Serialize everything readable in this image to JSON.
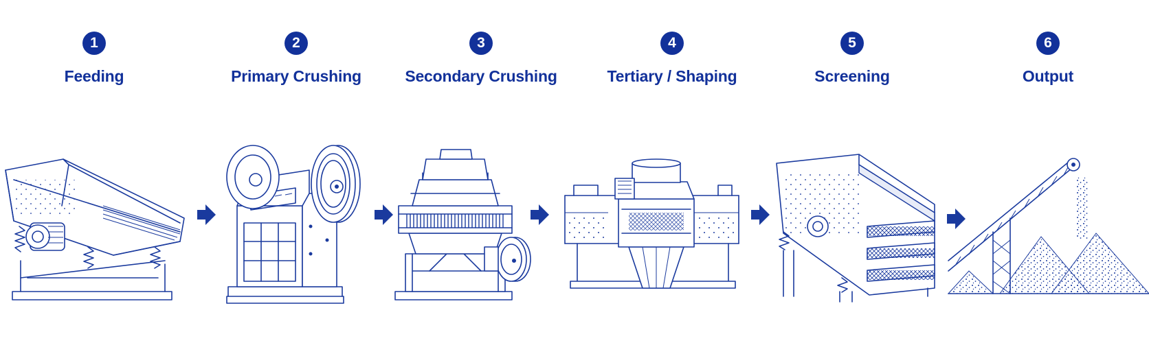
{
  "colors": {
    "accent": "#12319a",
    "line": "#1a3a9e",
    "background": "#ffffff"
  },
  "steps": [
    {
      "number": "1",
      "label": "Feeding",
      "machine": "vibrating-feeder-icon"
    },
    {
      "number": "2",
      "label": "Primary Crushing",
      "machine": "jaw-crusher-icon"
    },
    {
      "number": "3",
      "label": "Secondary Crushing",
      "machine": "cone-crusher-icon"
    },
    {
      "number": "4",
      "label": "Tertiary / Shaping",
      "machine": "vsi-crusher-icon"
    },
    {
      "number": "5",
      "label": "Screening",
      "machine": "vibrating-screen-icon"
    },
    {
      "number": "6",
      "label": "Output",
      "machine": "conveyor-stockpile-icon"
    }
  ],
  "connectors": [
    "arrow-right-icon",
    "arrow-right-icon",
    "arrow-right-icon",
    "arrow-right-icon",
    "arrow-right-icon"
  ]
}
